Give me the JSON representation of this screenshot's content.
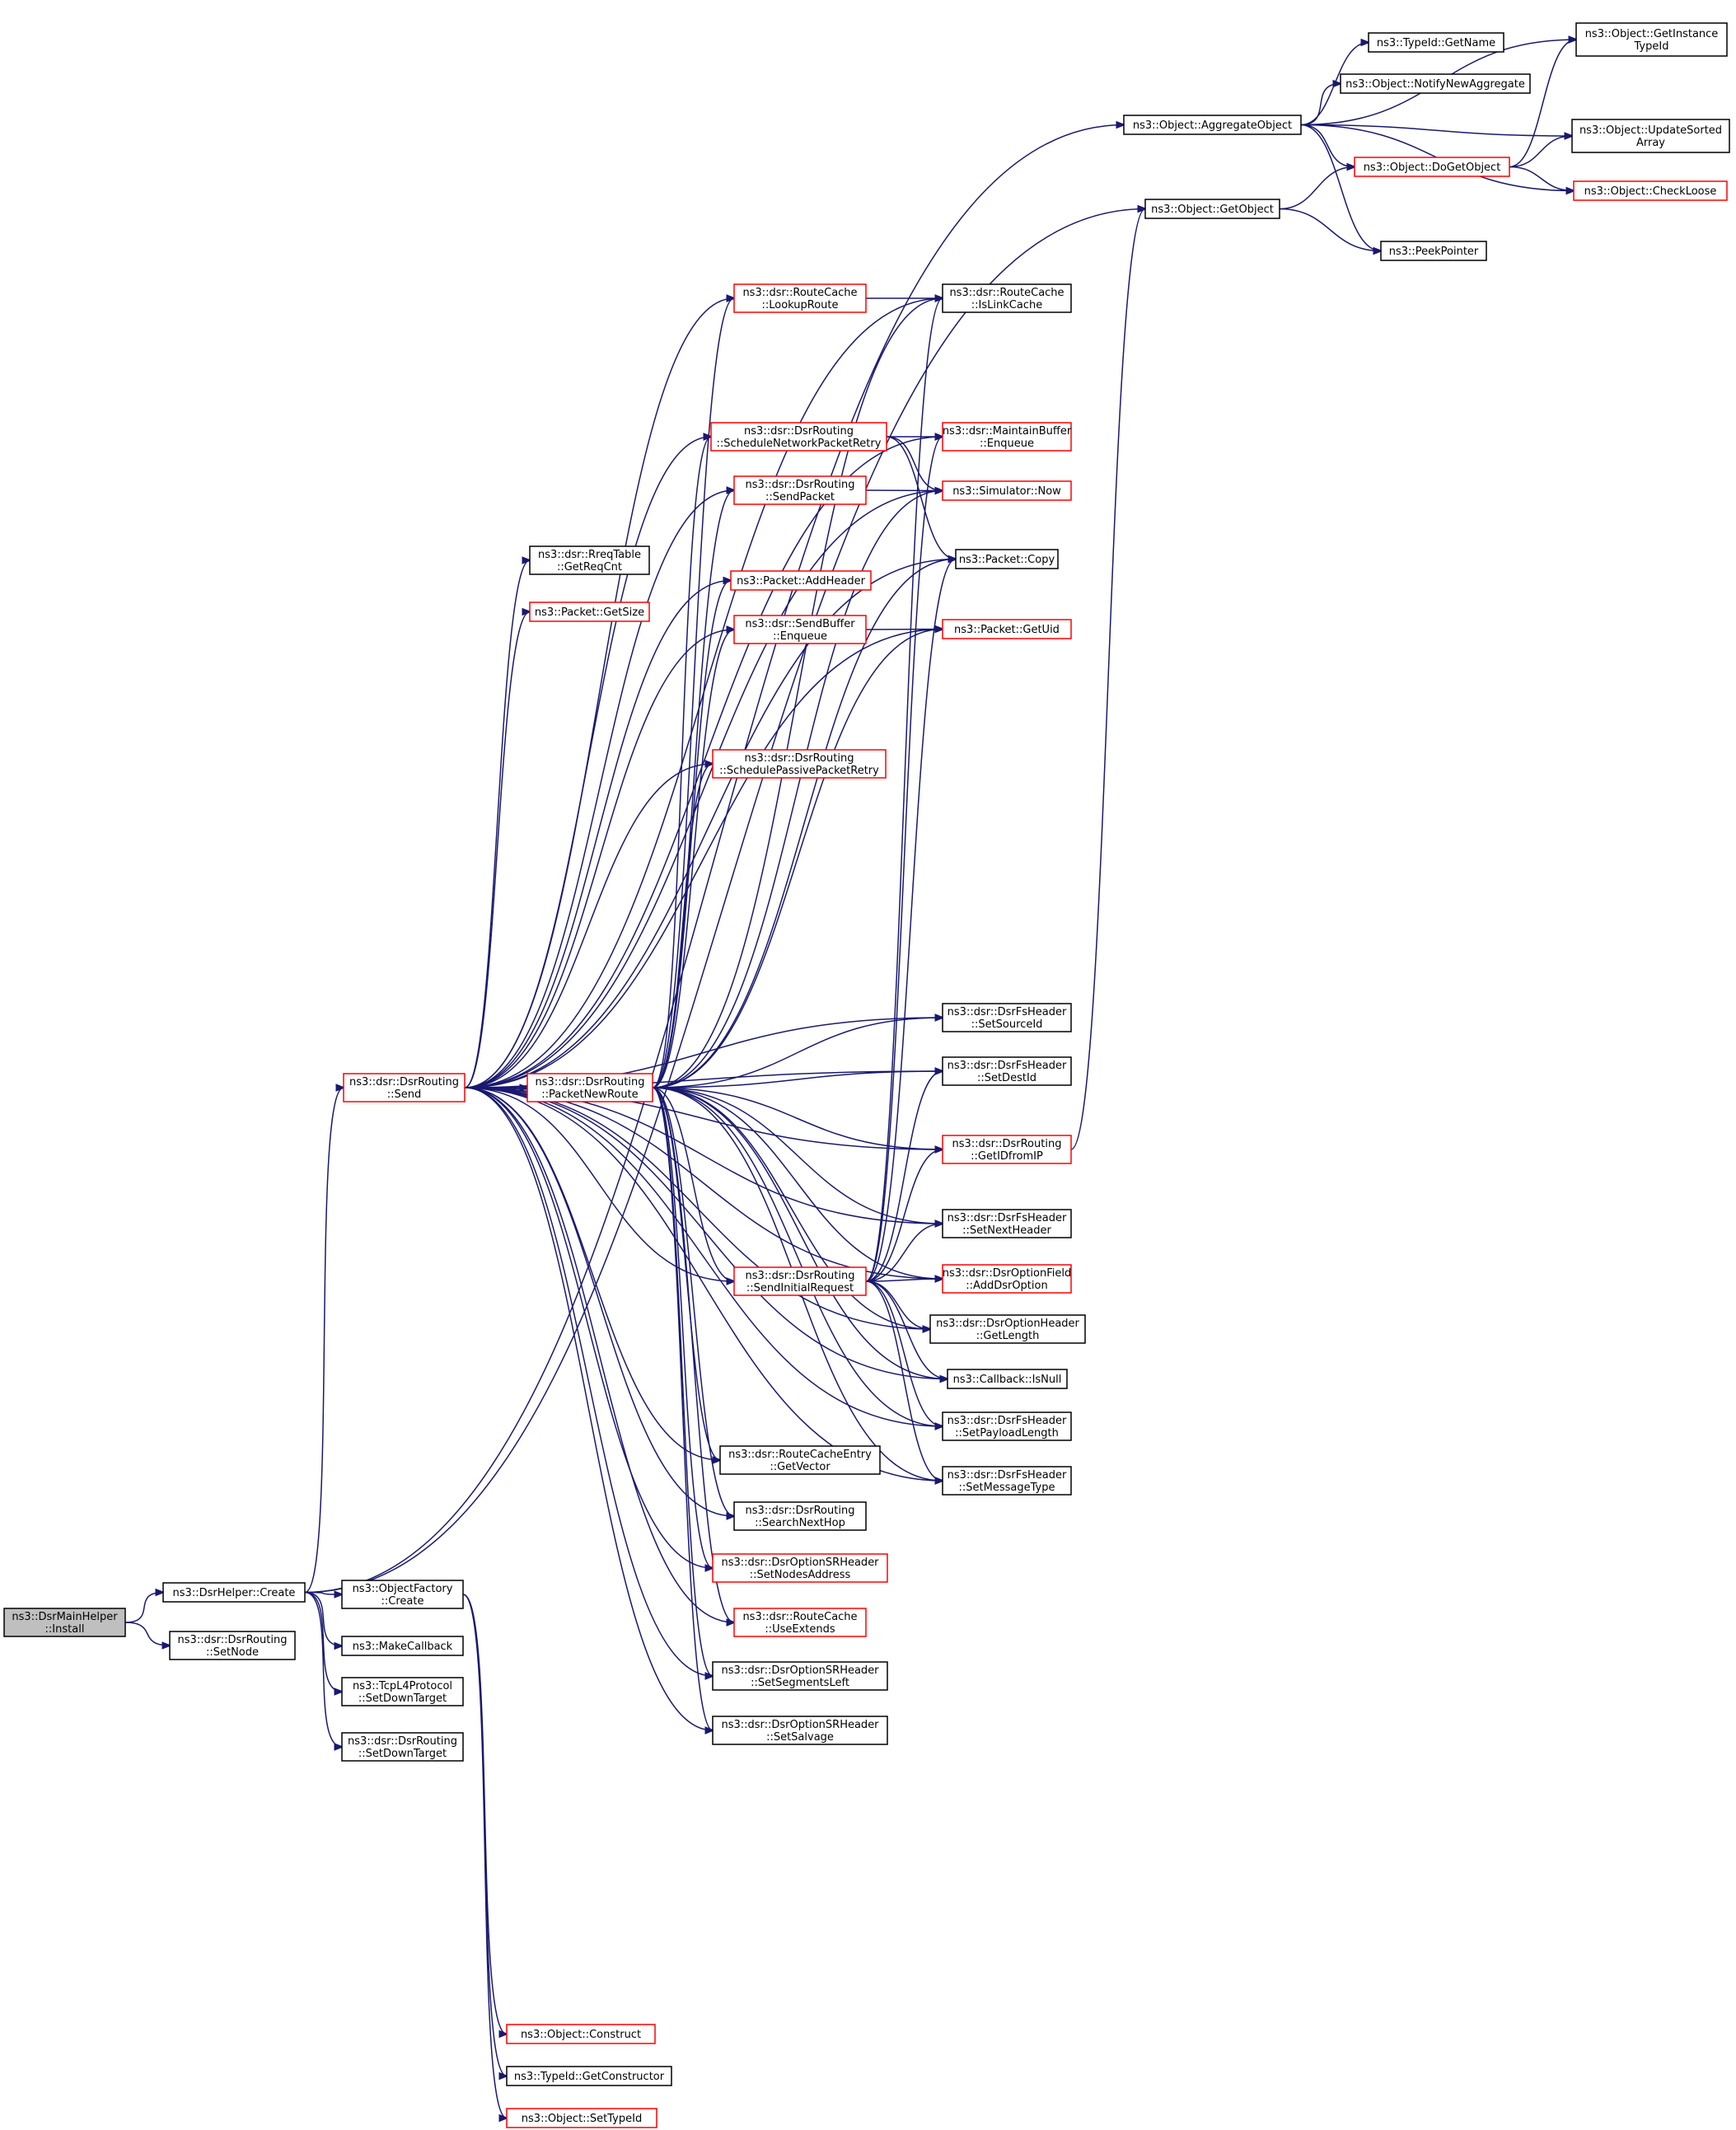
{
  "diagram": {
    "nodes": [
      {
        "id": "install",
        "lines": [
          "ns3::DsrMainHelper",
          "::Install"
        ],
        "root": true
      },
      {
        "id": "create",
        "lines": [
          "ns3::DsrHelper::Create"
        ]
      },
      {
        "id": "setnode",
        "lines": [
          "ns3::dsr::DsrRouting",
          "::SetNode"
        ]
      },
      {
        "id": "send",
        "lines": [
          "ns3::dsr::DsrRouting",
          "::Send"
        ],
        "red": true
      },
      {
        "id": "objfactcreate",
        "lines": [
          "ns3::ObjectFactory",
          "::Create"
        ]
      },
      {
        "id": "makecallback",
        "lines": [
          "ns3::MakeCallback"
        ]
      },
      {
        "id": "tcpsetdown",
        "lines": [
          "ns3::TcpL4Protocol",
          "::SetDownTarget"
        ]
      },
      {
        "id": "dsrsetdown",
        "lines": [
          "ns3::dsr::DsrRouting",
          "::SetDownTarget"
        ]
      },
      {
        "id": "getreqcnt",
        "lines": [
          "ns3::dsr::RreqTable",
          "::GetReqCnt"
        ]
      },
      {
        "id": "getsize",
        "lines": [
          "ns3::Packet::GetSize"
        ],
        "red": true
      },
      {
        "id": "packetnewroute",
        "lines": [
          "ns3::dsr::DsrRouting",
          "::PacketNewRoute"
        ],
        "red": true
      },
      {
        "id": "construct",
        "lines": [
          "ns3::Object::Construct"
        ],
        "red": true
      },
      {
        "id": "getconstructor",
        "lines": [
          "ns3::TypeId::GetConstructor"
        ]
      },
      {
        "id": "settypeid",
        "lines": [
          "ns3::Object::SetTypeId"
        ],
        "red": true
      },
      {
        "id": "lookuproute",
        "lines": [
          "ns3::dsr::RouteCache",
          "::LookupRoute"
        ],
        "red": true
      },
      {
        "id": "schednetretry",
        "lines": [
          "ns3::dsr::DsrRouting",
          "::ScheduleNetworkPacketRetry"
        ],
        "red": true
      },
      {
        "id": "sendpacket",
        "lines": [
          "ns3::dsr::DsrRouting",
          "::SendPacket"
        ],
        "red": true
      },
      {
        "id": "addheader",
        "lines": [
          "ns3::Packet::AddHeader"
        ],
        "red": true
      },
      {
        "id": "sendbufenq",
        "lines": [
          "ns3::dsr::SendBuffer",
          "::Enqueue"
        ],
        "red": true
      },
      {
        "id": "schedpassretry",
        "lines": [
          "ns3::dsr::DsrRouting",
          "::SchedulePassivePacketRetry"
        ],
        "red": true
      },
      {
        "id": "sendinitreq",
        "lines": [
          "ns3::dsr::DsrRouting",
          "::SendInitialRequest"
        ],
        "red": true
      },
      {
        "id": "getvector",
        "lines": [
          "ns3::dsr::RouteCacheEntry",
          "::GetVector"
        ]
      },
      {
        "id": "searchnexthop",
        "lines": [
          "ns3::dsr::DsrRouting",
          "::SearchNextHop"
        ]
      },
      {
        "id": "setnodesaddr",
        "lines": [
          "ns3::dsr::DsrOptionSRHeader",
          "::SetNodesAddress"
        ],
        "red": true
      },
      {
        "id": "useextends",
        "lines": [
          "ns3::dsr::RouteCache",
          "::UseExtends"
        ],
        "red": true
      },
      {
        "id": "setsegleft",
        "lines": [
          "ns3::dsr::DsrOptionSRHeader",
          "::SetSegmentsLeft"
        ]
      },
      {
        "id": "setsalvage",
        "lines": [
          "ns3::dsr::DsrOptionSRHeader",
          "::SetSalvage"
        ]
      },
      {
        "id": "aggregate",
        "lines": [
          "ns3::Object::AggregateObject"
        ]
      },
      {
        "id": "getobject",
        "lines": [
          "ns3::Object::GetObject"
        ]
      },
      {
        "id": "islinkcache",
        "lines": [
          "ns3::dsr::RouteCache",
          "::IsLinkCache"
        ]
      },
      {
        "id": "maintbufenq",
        "lines": [
          "ns3::dsr::MaintainBuffer",
          "::Enqueue"
        ],
        "red": true
      },
      {
        "id": "simnow",
        "lines": [
          "ns3::Simulator::Now"
        ],
        "red": true
      },
      {
        "id": "packetcopy",
        "lines": [
          "ns3::Packet::Copy"
        ]
      },
      {
        "id": "getuid",
        "lines": [
          "ns3::Packet::GetUid"
        ],
        "red": true
      },
      {
        "id": "setsourceid",
        "lines": [
          "ns3::dsr::DsrFsHeader",
          "::SetSourceId"
        ]
      },
      {
        "id": "setdestid",
        "lines": [
          "ns3::dsr::DsrFsHeader",
          "::SetDestId"
        ]
      },
      {
        "id": "getidfromip",
        "lines": [
          "ns3::dsr::DsrRouting",
          "::GetIDfromIP"
        ],
        "red": true
      },
      {
        "id": "setnextheader",
        "lines": [
          "ns3::dsr::DsrFsHeader",
          "::SetNextHeader"
        ]
      },
      {
        "id": "adddsroption",
        "lines": [
          "ns3::dsr::DsrOptionField",
          "::AddDsrOption"
        ],
        "red": true
      },
      {
        "id": "getlength",
        "lines": [
          "ns3::dsr::DsrOptionHeader",
          "::GetLength"
        ]
      },
      {
        "id": "cbisnull",
        "lines": [
          "ns3::Callback::IsNull"
        ]
      },
      {
        "id": "setpayloadlen",
        "lines": [
          "ns3::dsr::DsrFsHeader",
          "::SetPayloadLength"
        ]
      },
      {
        "id": "setmsgtype",
        "lines": [
          "ns3::dsr::DsrFsHeader",
          "::SetMessageType"
        ]
      },
      {
        "id": "typeidgetname",
        "lines": [
          "ns3::TypeId::GetName"
        ]
      },
      {
        "id": "notifynewagg",
        "lines": [
          "ns3::Object::NotifyNewAggregate"
        ]
      },
      {
        "id": "dogetobject",
        "lines": [
          "ns3::Object::DoGetObject"
        ],
        "red": true
      },
      {
        "id": "peekpointer",
        "lines": [
          "ns3::PeekPointer"
        ]
      },
      {
        "id": "getinsttypeid",
        "lines": [
          "ns3::Object::GetInstance",
          "TypeId"
        ]
      },
      {
        "id": "updatesorted",
        "lines": [
          "ns3::Object::UpdateSorted",
          "Array"
        ]
      },
      {
        "id": "checkloose",
        "lines": [
          "ns3::Object::CheckLoose"
        ],
        "red": true
      }
    ],
    "edges": [
      [
        "install",
        "create"
      ],
      [
        "install",
        "setnode"
      ],
      [
        "create",
        "send"
      ],
      [
        "create",
        "objfactcreate"
      ],
      [
        "create",
        "makecallback"
      ],
      [
        "create",
        "tcpsetdown"
      ],
      [
        "create",
        "dsrsetdown"
      ],
      [
        "create",
        "aggregate"
      ],
      [
        "create",
        "getobject"
      ],
      [
        "objfactcreate",
        "construct"
      ],
      [
        "objfactcreate",
        "getconstructor"
      ],
      [
        "objfactcreate",
        "settypeid"
      ],
      [
        "send",
        "getreqcnt"
      ],
      [
        "send",
        "getsize"
      ],
      [
        "send",
        "packetnewroute"
      ],
      [
        "send",
        "lookuproute"
      ],
      [
        "send",
        "schednetretry"
      ],
      [
        "send",
        "sendpacket"
      ],
      [
        "send",
        "addheader"
      ],
      [
        "send",
        "sendbufenq"
      ],
      [
        "send",
        "schedpassretry"
      ],
      [
        "send",
        "sendinitreq"
      ],
      [
        "send",
        "getvector"
      ],
      [
        "send",
        "searchnexthop"
      ],
      [
        "send",
        "setnodesaddr"
      ],
      [
        "send",
        "useextends"
      ],
      [
        "send",
        "setsegleft"
      ],
      [
        "send",
        "setsalvage"
      ],
      [
        "send",
        "islinkcache"
      ],
      [
        "send",
        "maintbufenq"
      ],
      [
        "send",
        "simnow"
      ],
      [
        "send",
        "packetcopy"
      ],
      [
        "send",
        "getuid"
      ],
      [
        "send",
        "setsourceid"
      ],
      [
        "send",
        "setdestid"
      ],
      [
        "send",
        "getidfromip"
      ],
      [
        "send",
        "setnextheader"
      ],
      [
        "send",
        "adddsroption"
      ],
      [
        "send",
        "getlength"
      ],
      [
        "send",
        "cbisnull"
      ],
      [
        "send",
        "setpayloadlen"
      ],
      [
        "send",
        "setmsgtype"
      ],
      [
        "packetnewroute",
        "lookuproute"
      ],
      [
        "packetnewroute",
        "schednetretry"
      ],
      [
        "packetnewroute",
        "sendpacket"
      ],
      [
        "packetnewroute",
        "addheader"
      ],
      [
        "packetnewroute",
        "sendbufenq"
      ],
      [
        "packetnewroute",
        "schedpassretry"
      ],
      [
        "packetnewroute",
        "sendinitreq"
      ],
      [
        "packetnewroute",
        "getvector"
      ],
      [
        "packetnewroute",
        "searchnexthop"
      ],
      [
        "packetnewroute",
        "setnodesaddr"
      ],
      [
        "packetnewroute",
        "useextends"
      ],
      [
        "packetnewroute",
        "setsegleft"
      ],
      [
        "packetnewroute",
        "setsalvage"
      ],
      [
        "packetnewroute",
        "islinkcache"
      ],
      [
        "packetnewroute",
        "simnow"
      ],
      [
        "packetnewroute",
        "packetcopy"
      ],
      [
        "packetnewroute",
        "getuid"
      ],
      [
        "packetnewroute",
        "setsourceid"
      ],
      [
        "packetnewroute",
        "setdestid"
      ],
      [
        "packetnewroute",
        "getidfromip"
      ],
      [
        "packetnewroute",
        "setnextheader"
      ],
      [
        "packetnewroute",
        "adddsroption"
      ],
      [
        "packetnewroute",
        "getlength"
      ],
      [
        "packetnewroute",
        "cbisnull"
      ],
      [
        "packetnewroute",
        "setpayloadlen"
      ],
      [
        "packetnewroute",
        "setmsgtype"
      ],
      [
        "lookuproute",
        "islinkcache"
      ],
      [
        "schednetretry",
        "maintbufenq"
      ],
      [
        "schednetretry",
        "simnow"
      ],
      [
        "schednetretry",
        "packetcopy"
      ],
      [
        "sendpacket",
        "simnow"
      ],
      [
        "sendbufenq",
        "getuid"
      ],
      [
        "sendinitreq",
        "islinkcache"
      ],
      [
        "sendinitreq",
        "maintbufenq"
      ],
      [
        "sendinitreq",
        "packetcopy"
      ],
      [
        "sendinitreq",
        "setdestid"
      ],
      [
        "sendinitreq",
        "getidfromip"
      ],
      [
        "sendinitreq",
        "setnextheader"
      ],
      [
        "sendinitreq",
        "adddsroption"
      ],
      [
        "sendinitreq",
        "getlength"
      ],
      [
        "sendinitreq",
        "cbisnull"
      ],
      [
        "sendinitreq",
        "setpayloadlen"
      ],
      [
        "sendinitreq",
        "setmsgtype"
      ],
      [
        "getidfromip",
        "getobject"
      ],
      [
        "aggregate",
        "getinsttypeid"
      ],
      [
        "aggregate",
        "typeidgetname"
      ],
      [
        "aggregate",
        "notifynewagg"
      ],
      [
        "aggregate",
        "updatesorted"
      ],
      [
        "aggregate",
        "dogetobject"
      ],
      [
        "aggregate",
        "checkloose"
      ],
      [
        "aggregate",
        "peekpointer"
      ],
      [
        "getobject",
        "dogetobject"
      ],
      [
        "getobject",
        "peekpointer"
      ],
      [
        "dogetobject",
        "getinsttypeid"
      ],
      [
        "dogetobject",
        "updatesorted"
      ],
      [
        "dogetobject",
        "checkloose"
      ]
    ]
  }
}
